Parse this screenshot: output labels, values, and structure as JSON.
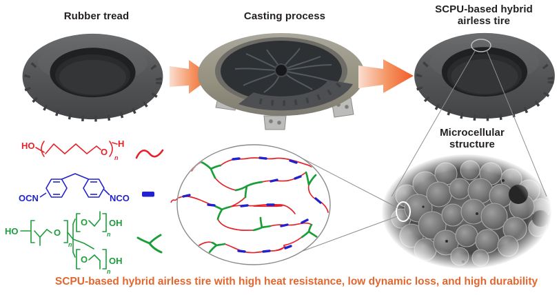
{
  "figure": {
    "step1_label": "Rubber tread",
    "step2_label": "Casting process",
    "step3_label_line1": "SCPU-based hybrid",
    "step3_label_line2": "airless tire",
    "micro_label_line1": "Microcellular",
    "micro_label_line2": "structure",
    "caption": "SCPU-based hybrid airless tire with high heat resistance, low dynamic loss, and high durability"
  },
  "chem": {
    "ptmeg": {
      "ho": "HO",
      "o": "O",
      "n": "n",
      "h": "H"
    },
    "mdi": {
      "ocn": "OCN",
      "nco": "NCO"
    },
    "triol": {
      "ho": "HO",
      "o_left": "O",
      "n_left": "n",
      "o_top": "O",
      "n_top": "n",
      "oh_top": "OH",
      "o_bottom": "O",
      "n_bottom": "n",
      "oh_bottom": "OH"
    }
  },
  "legend_icons": {
    "soft_segment_symbol": "red-wavy-line-icon",
    "hard_segment_symbol": "blue-dash-icon",
    "crosslinker_symbol": "green-y-junction-icon",
    "process_arrow": "orange-arrow-icon"
  },
  "colors": {
    "soft_segment": "#e62129",
    "hard_segment": "#2121cd",
    "crosslinker": "#1b9e3a",
    "arrow_tip": "#f15a29",
    "caption": "#e2672f",
    "label_text": "#231f20"
  }
}
